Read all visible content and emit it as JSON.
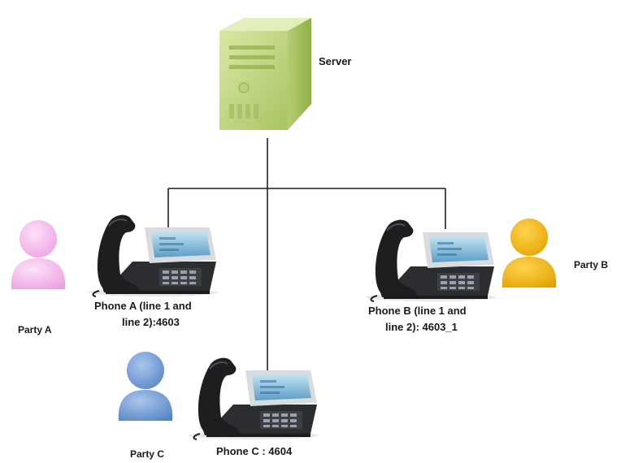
{
  "diagram": {
    "server": {
      "label": "Server"
    },
    "phones": {
      "a": {
        "line1": "Phone A (line 1 and",
        "line2": "line 2):4603"
      },
      "b": {
        "line1": "Phone B (line 1 and",
        "line2": "line 2): 4603_1"
      },
      "c": {
        "line1": "Phone C : 4604"
      }
    },
    "parties": {
      "a": {
        "label": "Party A",
        "color": "#f6b8ee"
      },
      "b": {
        "label": "Party B",
        "color": "#f3b400"
      },
      "c": {
        "label": "Party C",
        "color": "#6d98d3"
      }
    },
    "colors": {
      "server_body": "#c4d98a",
      "line": "#1f1f1f",
      "phone_body": "#2b2d30",
      "phone_screen": "#7cb6d8"
    }
  }
}
